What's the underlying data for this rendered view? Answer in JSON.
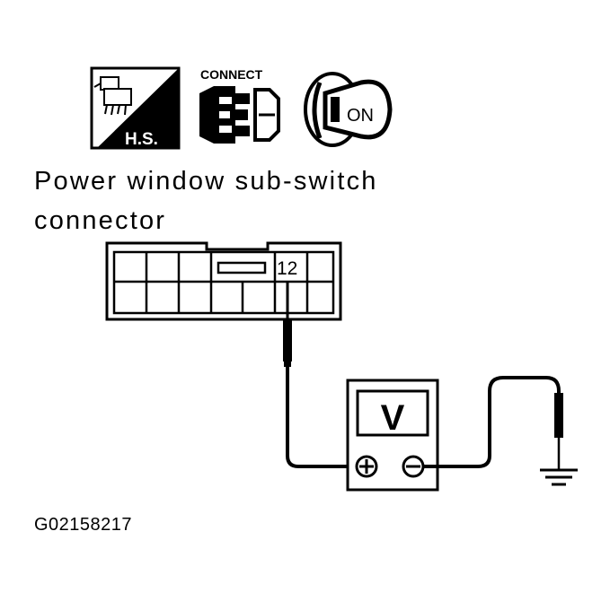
{
  "icons": {
    "harness_sensor": {
      "name": "harness-sensor-icon",
      "label": "H.S."
    },
    "connect": {
      "name": "connect-icon",
      "label": "CONNECT"
    },
    "ignition": {
      "name": "ignition-key-icon",
      "label": "ON"
    }
  },
  "caption": {
    "line1": "Power window sub-switch",
    "line2": "connector"
  },
  "connector": {
    "terminal_label": "12"
  },
  "voltmeter": {
    "display_label": "V"
  },
  "figure_id": "G02158217"
}
